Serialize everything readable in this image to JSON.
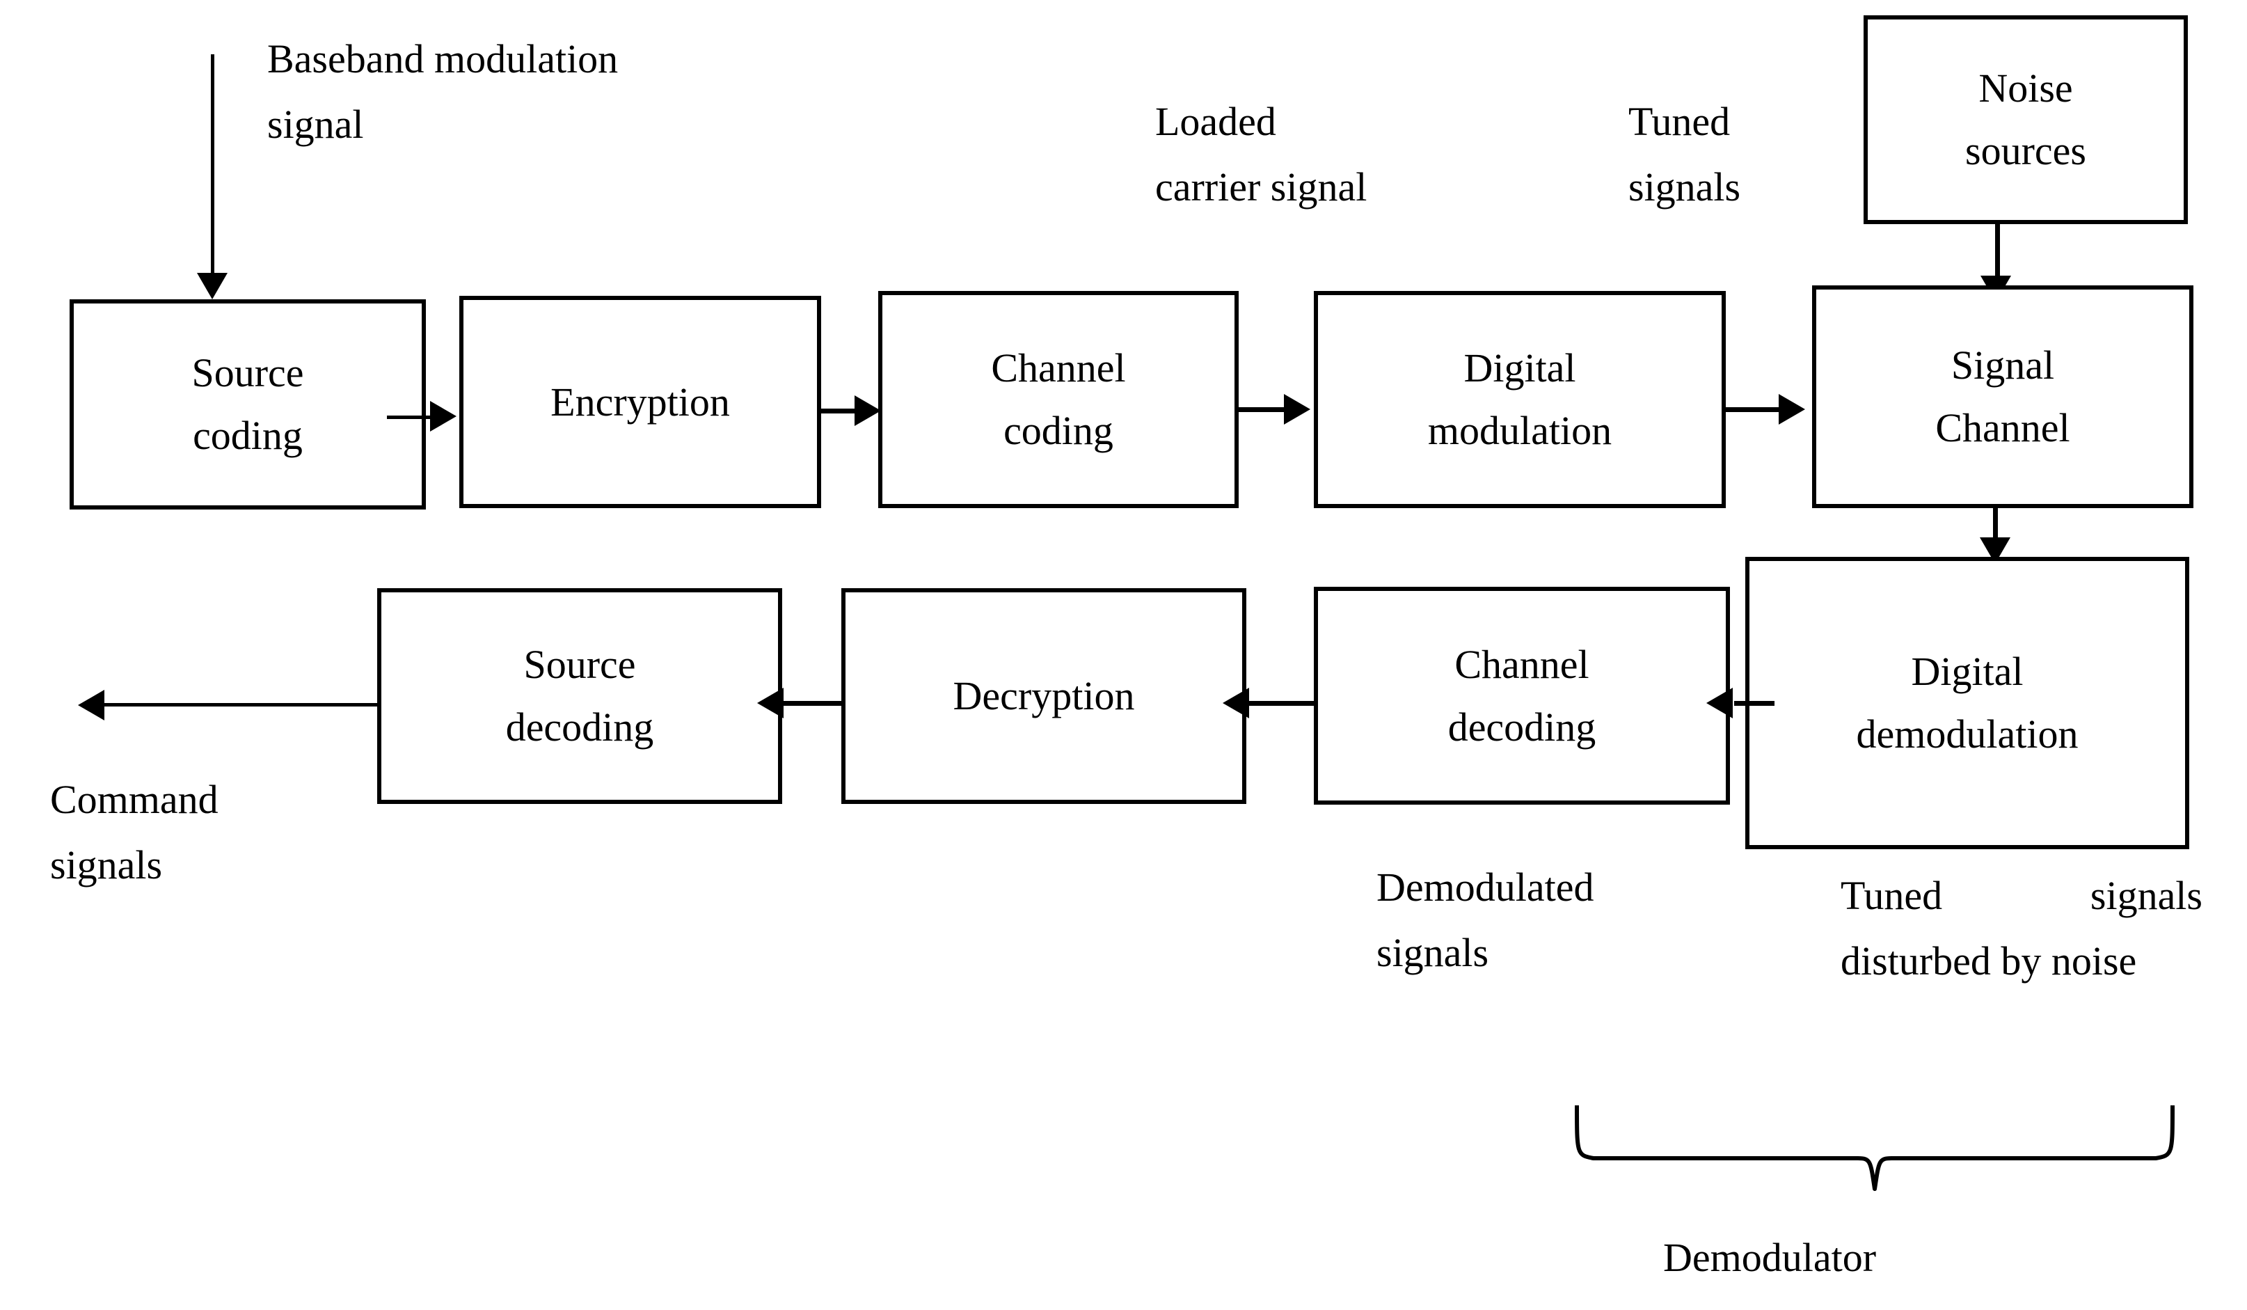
{
  "diagram": {
    "title": "Digital communication system block diagram",
    "stroke_color": "#000000",
    "background_color": "#ffffff",
    "blocks": [
      {
        "id": "source-coding",
        "lines": [
          "Source",
          "coding"
        ]
      },
      {
        "id": "encryption",
        "lines": [
          "Encryption"
        ]
      },
      {
        "id": "channel-coding",
        "lines": [
          "Channel",
          "coding"
        ]
      },
      {
        "id": "digital-modulation",
        "lines": [
          "Digital",
          "modulation"
        ]
      },
      {
        "id": "signal-channel",
        "lines": [
          "Signal",
          "Channel"
        ]
      },
      {
        "id": "noise-sources",
        "lines": [
          "Noise",
          "sources"
        ]
      },
      {
        "id": "digital-demodulation",
        "lines": [
          "Digital",
          "demodulation"
        ]
      },
      {
        "id": "channel-decoding",
        "lines": [
          "Channel",
          "decoding"
        ]
      },
      {
        "id": "decryption",
        "lines": [
          "Decryption"
        ]
      },
      {
        "id": "source-decoding",
        "lines": [
          "Source",
          "decoding"
        ]
      }
    ],
    "annotations": {
      "baseband_modulation_signal": "Baseband modulation\nsignal",
      "loaded_carrier_signal": "Loaded\ncarrier signal",
      "tuned_signals": "Tuned\nsignals",
      "demodulated_signals": "Demodulated\nsignals",
      "tuned_signals_disturbed_by_noise": "Tuned signals disturbed by noise",
      "command_signals": "Command\nsignals",
      "demodulator_group": "Demodulator"
    }
  }
}
